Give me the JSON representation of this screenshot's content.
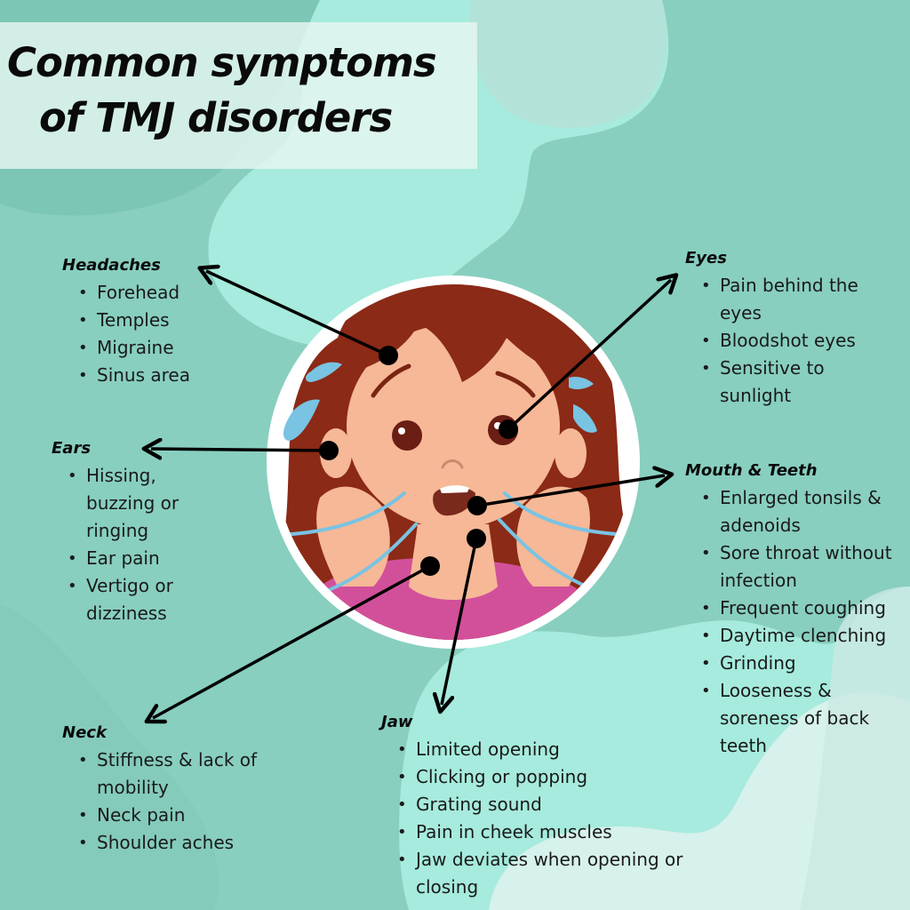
{
  "title": {
    "line1": "Common symptoms",
    "line2": "of TMJ disorders"
  },
  "colors": {
    "background": "#88cfc0",
    "blob_light": "#a6ebdd",
    "blob_pale": "#d7f1ec",
    "hair": "#8b2a16",
    "skin": "#f6b896",
    "shirt": "#d2509a",
    "tears": "#79c3e3",
    "pointer": "#000000"
  },
  "sections": {
    "headaches": {
      "heading": "Headaches",
      "items": [
        "Forehead",
        "Temples",
        "Migraine",
        "Sinus area"
      ]
    },
    "ears": {
      "heading": "Ears",
      "items": [
        "Hissing, buzzing or ringing",
        "Ear pain",
        "Vertigo or dizziness"
      ]
    },
    "neck": {
      "heading": "Neck",
      "items": [
        "Stiffness & lack of mobility",
        "Neck pain",
        "Shoulder aches"
      ]
    },
    "eyes": {
      "heading": "Eyes",
      "items": [
        "Pain behind the eyes",
        "Bloodshot eyes",
        "Sensitive to sunlight"
      ]
    },
    "mouth": {
      "heading": "Mouth & Teeth",
      "items": [
        "Enlarged tonsils & adenoids",
        "Sore throat without infection",
        "Frequent coughing",
        "Daytime clenching",
        "Grinding",
        "Looseness & soreness of back teeth"
      ]
    },
    "jaw": {
      "heading": "Jaw",
      "items": [
        "Limited opening",
        "Clicking or popping",
        "Grating sound",
        "Pain in cheek muscles",
        "Jaw deviates when opening or closing"
      ]
    }
  }
}
